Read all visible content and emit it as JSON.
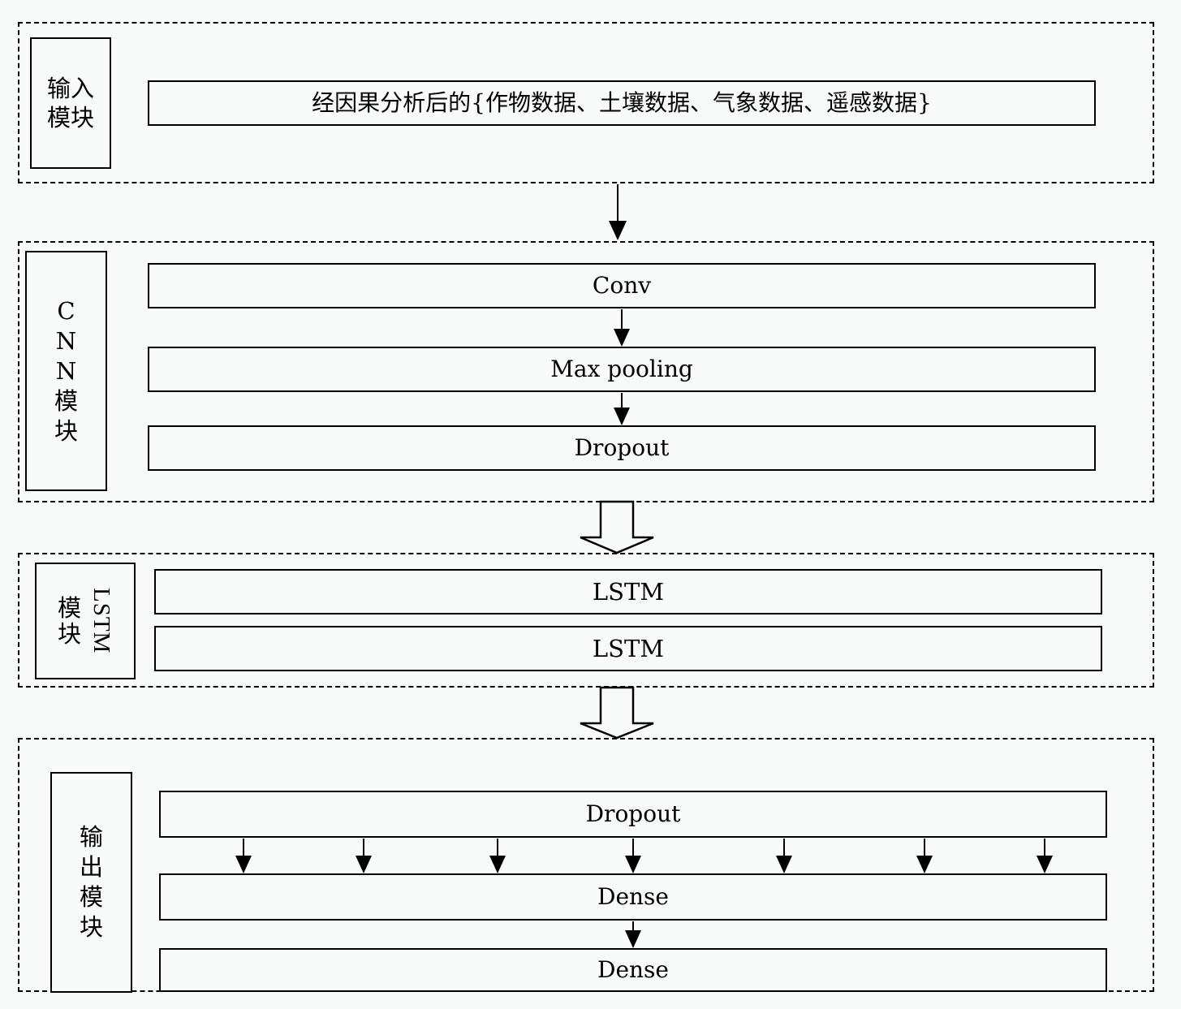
{
  "input_module": {
    "label_line1": "输入",
    "label_line2": "模块",
    "data_box": "经因果分析后的{作物数据、土壤数据、气象数据、遥感数据}"
  },
  "cnn_module": {
    "label_chars": [
      "C",
      "N",
      "N",
      "模",
      "块"
    ],
    "layers": [
      "Conv",
      "Max pooling",
      "Dropout"
    ]
  },
  "lstm_module": {
    "label_cn_1": "模",
    "label_cn_2": "块",
    "label_en": "LSTM",
    "layers": [
      "LSTM",
      "LSTM"
    ]
  },
  "output_module": {
    "label_chars": [
      "输",
      "出",
      "模",
      "块"
    ],
    "layers": [
      "Dropout",
      "Dense",
      "Dense"
    ]
  }
}
